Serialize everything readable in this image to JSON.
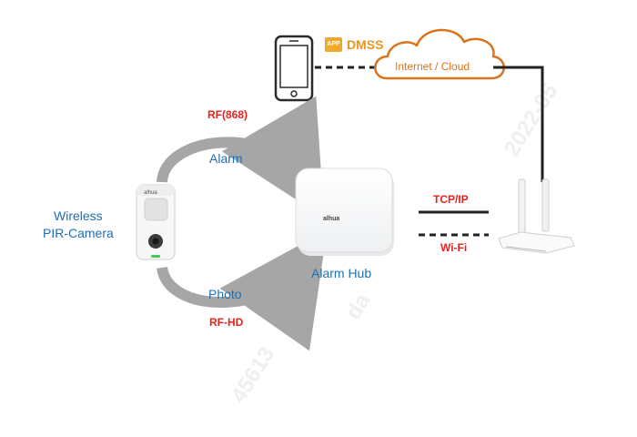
{
  "app_badge": "APP",
  "app_name": "DMSS",
  "cloud_label": "Internet / Cloud",
  "rf_top": "RF(868)",
  "alarm_label": "Alarm",
  "photo_label": "Photo",
  "rf_bottom": "RF-HD",
  "camera_label_line1": "Wireless",
  "camera_label_line2": "PIR-Camera",
  "hub_label": "Alarm Hub",
  "tcpip_label": "TCP/IP",
  "wifi_label": "Wi-Fi",
  "brand_logo": "alhua",
  "watermark_1": "45613",
  "watermark_2": "2022-05",
  "watermark_3": "da",
  "colors": {
    "label_blue": "#1f6fb5",
    "label_red": "#e8231e",
    "app_orange": "#e9961f",
    "cloud_orange": "#d9731c",
    "arrow_gray": "#a6a6a6",
    "line_black": "#222222"
  }
}
